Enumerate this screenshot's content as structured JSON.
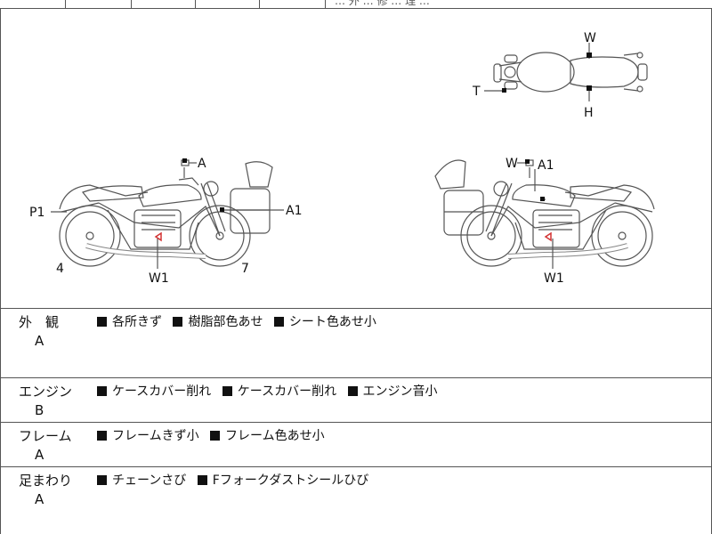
{
  "header_strip": {
    "partial_text": "… 外 … 修 … 理 …"
  },
  "diagram": {
    "labels": {
      "top_W": "W",
      "top_T": "T",
      "top_H": "H",
      "left_A": "A",
      "left_P1": "P1",
      "left_A1": "A1",
      "left_W1": "W1",
      "left_4": "4",
      "left_7": "7",
      "right_W": "W",
      "right_A1": "A1",
      "right_W1": "W1"
    }
  },
  "inspection": [
    {
      "category": "外　観",
      "grade": "A",
      "notes": [
        "各所きず",
        "樹脂部色あせ",
        "シート色あせ小"
      ]
    },
    {
      "category": "エンジン",
      "grade": "B",
      "notes": [
        "ケースカバー削れ",
        "ケースカバー削れ",
        "エンジン音小"
      ]
    },
    {
      "category": "フレーム",
      "grade": "A",
      "notes": [
        "フレームきず小",
        "フレーム色あせ小"
      ]
    },
    {
      "category": "足まわり",
      "grade": "A",
      "notes": [
        "チェーンさび",
        "Fフォークダストシールひび"
      ]
    }
  ],
  "colors": {
    "line": "#555555",
    "ink": "#111111",
    "mark": "#d33333"
  }
}
